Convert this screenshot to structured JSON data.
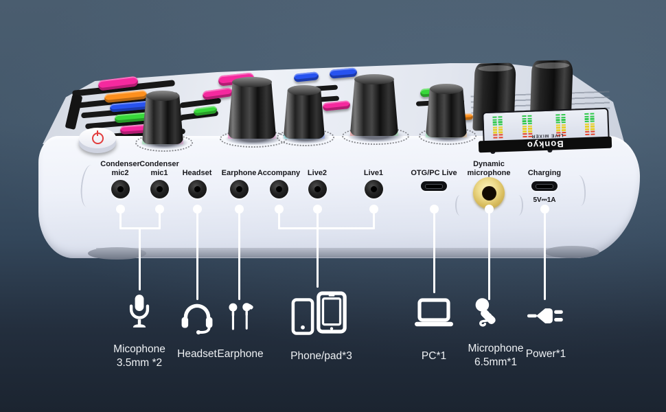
{
  "device": {
    "brand": "Bonkyo",
    "panel_label": "LIVE MIXER"
  },
  "ports": [
    {
      "id": "condenser-mic2",
      "label": "Condenser\nmic2",
      "jack": "3.5mm"
    },
    {
      "id": "condenser-mic1",
      "label": "Condenser\nmic1",
      "jack": "3.5mm"
    },
    {
      "id": "headset",
      "label": "Headset",
      "jack": "3.5mm"
    },
    {
      "id": "earphone",
      "label": "Earphone",
      "jack": "3.5mm"
    },
    {
      "id": "accompany",
      "label": "Accompany",
      "jack": "3.5mm"
    },
    {
      "id": "live2",
      "label": "Live2",
      "jack": "3.5mm"
    },
    {
      "id": "live1",
      "label": "Live1",
      "jack": "3.5mm"
    },
    {
      "id": "otg-pc-live",
      "label": "OTG/PC Live",
      "jack": "usb-c"
    },
    {
      "id": "dynamic-microphone",
      "label": "Dynamic\nmicrophone",
      "jack": "6.5mm"
    },
    {
      "id": "charging",
      "label": "Charging",
      "jack": "usb-c",
      "sub": "5V⎓1A"
    }
  ],
  "legend": [
    {
      "icon": "microphone-icon",
      "label": "Micophone\n3.5mm *2"
    },
    {
      "icon": "headset-icon",
      "label": "Headset"
    },
    {
      "icon": "earphone-icon",
      "label": "Earphone"
    },
    {
      "icon": "phone-pad-icon",
      "label": "Phone/pad*3"
    },
    {
      "icon": "pc-icon",
      "label": "PC*1"
    },
    {
      "icon": "handheld-microphone-icon",
      "label": "Microphone\n6.5mm*1"
    },
    {
      "icon": "power-plug-icon",
      "label": "Power*1"
    }
  ],
  "colors": {
    "background_top": "#4a5d6f",
    "background_bottom": "#1b2430",
    "callout_line": "#ffffff",
    "button_pink": "#f5299e",
    "button_orange": "#fd8f1d",
    "button_blue": "#2853f0",
    "button_green": "#38d83a",
    "led_green": "#2ec84a",
    "led_yellow": "#e8cf2a",
    "led_red": "#e5442c",
    "jack_gold": "#e6cc79"
  }
}
